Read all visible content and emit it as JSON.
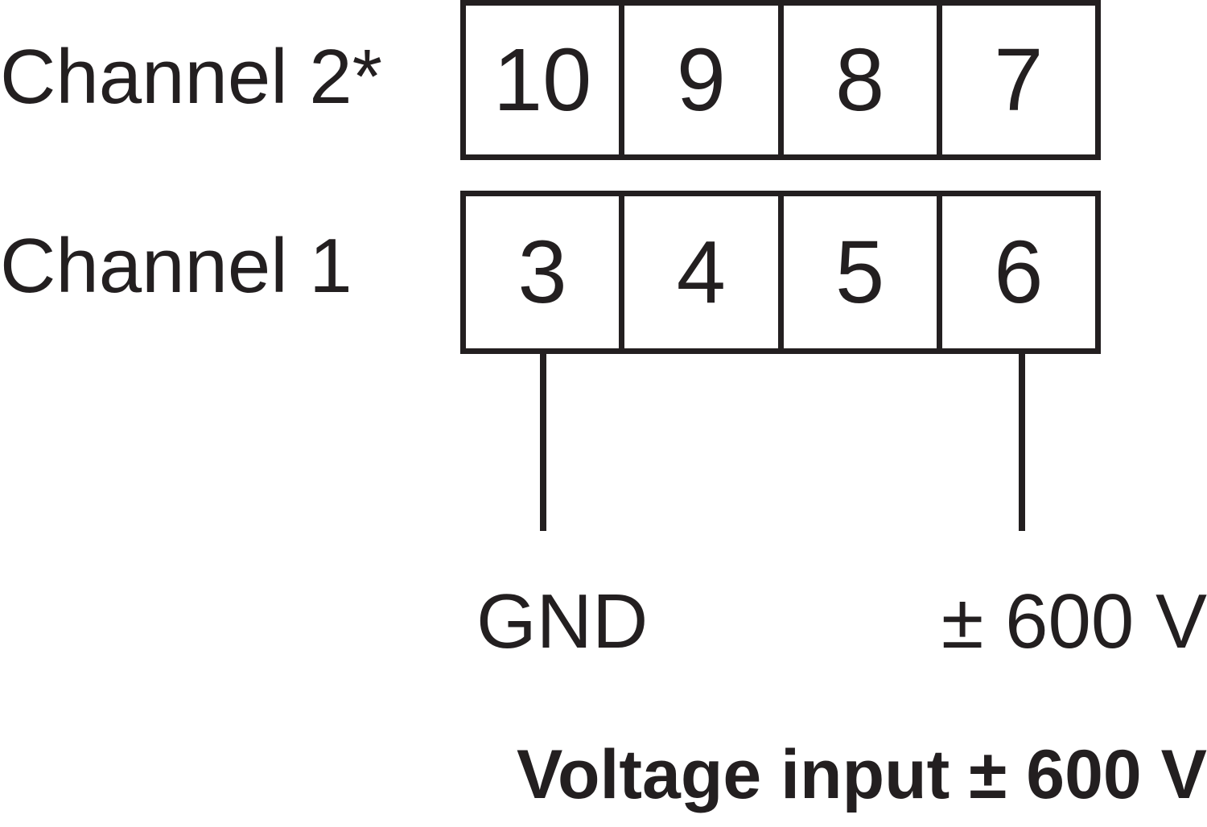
{
  "channels": [
    {
      "label": "Channel 2*",
      "terminals": [
        "10",
        "9",
        "8",
        "7"
      ]
    },
    {
      "label": "Channel 1",
      "terminals": [
        "3",
        "4",
        "5",
        "6"
      ]
    }
  ],
  "connections": {
    "gnd": "GND",
    "voltage": "± 600 V"
  },
  "caption": "Voltage input ± 600 V",
  "colors": {
    "line": "#231f20",
    "background": "#ffffff"
  }
}
